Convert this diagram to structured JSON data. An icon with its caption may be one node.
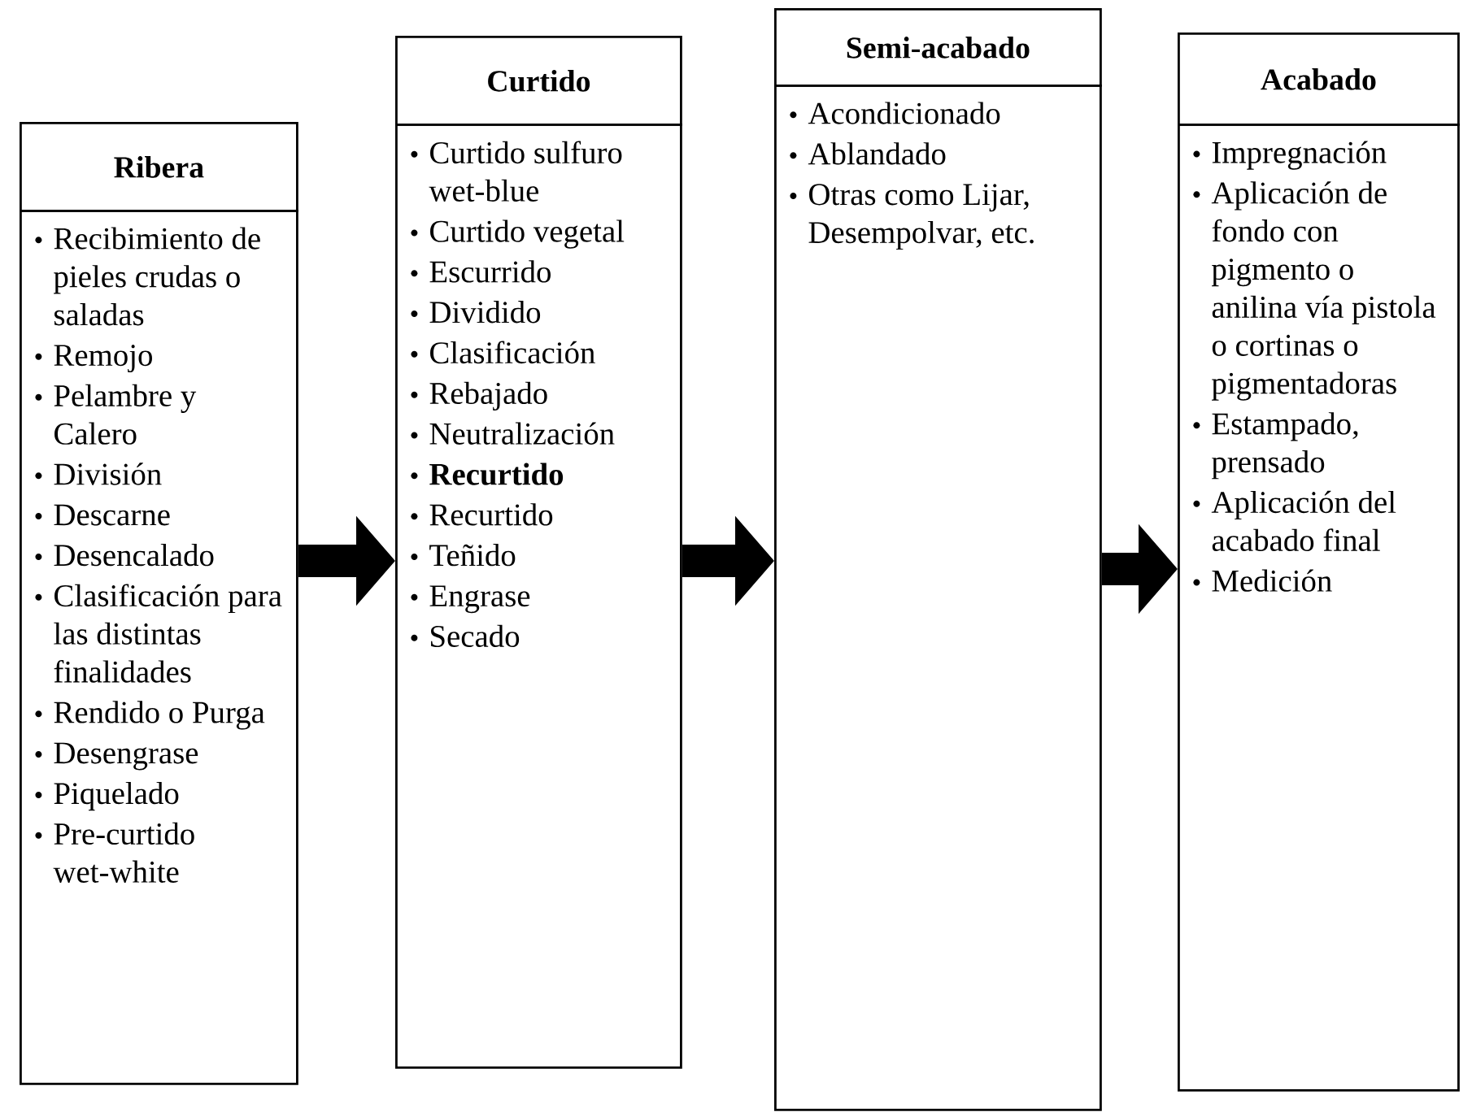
{
  "diagram": {
    "nodes": [
      {
        "text": [
          "Ribera"
        ]
      },
      {
        "text": [
          "Recibimiento de pieles crudas o saladas",
          "Remojo",
          "Pelambre y Calero",
          "División",
          "Descarne",
          "Desencalado",
          "Clasificación para las distintas finalidades",
          "Rendido o Purga",
          "Desengrase",
          "Piquelado",
          "Pre-curtido wet-white"
        ]
      },
      {
        "text": [
          "Curtido"
        ]
      },
      {
        "text": [
          "Curtido sulfuro wet-blue",
          "Curtido vegetal",
          "Escurrido",
          "Dividido",
          "Clasificación",
          "Rebajado",
          "Neutralización",
          "Recurtido",
          "Recurtido",
          "Teñido",
          "Engrase",
          "Secado"
        ]
      },
      {
        "text": [
          "Semi-acabado"
        ]
      },
      {
        "text": [
          "Acondicionado",
          "Ablandado",
          "Otras como Lijar, Desempolvar, etc."
        ]
      },
      {
        "text": [
          "Acabado"
        ]
      },
      {
        "text": [
          "Impregnación",
          "Aplicación de fondo con pigmento o anilina vía pistola o cortinas o pigmentadoras",
          "Estampado, prensado",
          "Aplicación del acabado final",
          "Medición"
        ]
      }
    ],
    "edges": [
      {
        "from": 1,
        "to": 3,
        "arrow": "to"
      },
      {
        "from": 3,
        "to": 5,
        "arrow": "to"
      },
      {
        "from": 5,
        "to": 7,
        "arrow": "to"
      }
    ]
  }
}
